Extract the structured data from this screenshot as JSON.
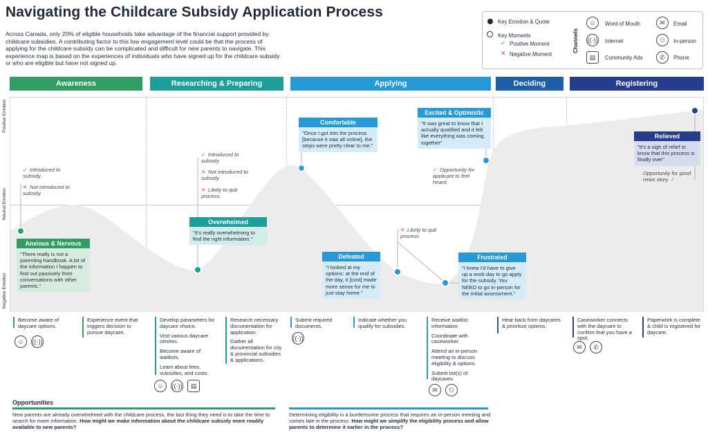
{
  "title": "Navigating the Childcare Subsidy Application Process",
  "intro": "Across Canada, only 20% of eligible households take advantage of the financial support provided by childcare subsidies. A contributing factor to this low engagement level could be that the process of applying for the childcare subsidy can be complicated and difficult for new parents to navigate. This experience map is based on the experiences of individuals who have signed up for the childcare subsidy or who are eligible but have not signed up.",
  "legend": {
    "key_emotion": "Key Emotion & Quote",
    "key_moments": "Key Moments",
    "positive": "Positive Moment",
    "negative": "Negative Moment",
    "channels_label": "Channels",
    "channels": [
      {
        "label": "Word of Mouth",
        "icon": "word-of-mouth-icon"
      },
      {
        "label": "Internet",
        "icon": "internet-icon"
      },
      {
        "label": "Community Ads",
        "icon": "community-ads-icon"
      },
      {
        "label": "Email",
        "icon": "email-icon"
      },
      {
        "label": "In-person",
        "icon": "in-person-icon"
      },
      {
        "label": "Phone",
        "icon": "phone-icon"
      }
    ]
  },
  "colors": {
    "awareness": "#2f9e60",
    "researching": "#1c9f98",
    "applying": "#2699d6",
    "deciding": "#1d5fa6",
    "registering": "#273b8f"
  },
  "phases": [
    {
      "label": "Awareness"
    },
    {
      "label": "Researching & Preparing"
    },
    {
      "label": "Applying"
    },
    {
      "label": "Deciding"
    },
    {
      "label": "Registering"
    }
  ],
  "y_labels": {
    "positive": "Positive Emotion",
    "neutral": "Neutral Emotion",
    "negative": "Negative Emotion"
  },
  "emotions": [
    {
      "head": "Anxious & Nervous",
      "quote": "\"There really is not a parenting handbook. A lot of the information I happen to find out passively from conversations with other parents.\""
    },
    {
      "head": "Overwhelmed",
      "quote": "\"It's really overwhelming to find the right information.\""
    },
    {
      "head": "Comfortable",
      "quote": "\"Once I got into the process [because it was all online], the steps were pretty clear to me.\""
    },
    {
      "head": "Defeated",
      "quote": "\"I looked at my options: at the end of the day, it [cost] made more sense for me to just stay home.\""
    },
    {
      "head": "Excited & Optimistic",
      "quote": "\"It was great to know that I actually qualified and it felt like everything was coming together\""
    },
    {
      "head": "Frustrated",
      "quote": "\"I knew I'd have to give up a work day to go apply for the subsidy. You NEED to go in-person for the initial assessment.\""
    },
    {
      "head": "Relieved",
      "quote": "\"It's a sigh of relief to know that this process is finally over\""
    }
  ],
  "notes": {
    "awareness": [
      {
        "type": "positive",
        "text": "Introduced to subsidy."
      },
      {
        "type": "negative",
        "text": "Not introduced to subsidy."
      }
    ],
    "researching": [
      {
        "type": "positive",
        "text": "Introduced to subsidy."
      },
      {
        "type": "negative",
        "text": "Not introduced to subsidy."
      },
      {
        "type": "negative",
        "text": "Likely to quit process."
      }
    ],
    "applying_quit": {
      "type": "negative",
      "text": "Likely to quit process."
    },
    "applying_opportunity": {
      "type": "positive",
      "text": "Opportunity for applicant to feel heard."
    },
    "registering_opportunity": {
      "type": "positive",
      "text": "Opportunity for good news story."
    }
  },
  "actions": {
    "a1": "Become aware of daycare options.",
    "a2": "Experience event that triggers decision to pursue daycare.",
    "r1": [
      "Develop parameters for daycare choice.",
      "Visit various daycare centres.",
      "Become aware of waitlists.",
      "Learn about fees, subsidies, and costs."
    ],
    "r2": [
      "Research necessary documentation for application.",
      "Gather all documentation for city & provincial subsidies & applications."
    ],
    "p1": "Submit required documents.",
    "p2": "Indicate whether you qualify for subsidies.",
    "p3": [
      "Receive waitlist information.",
      "Coordinate with caseworker.",
      "Attend an in-person meeting to discuss eligibility & options.",
      "Submit list(s) of daycares."
    ],
    "d1": "Hear back from daycares & prioritize options.",
    "g1": "Caseworker connects with the daycare to confirm that you have a spot.",
    "g2": "Paperwork is complete & child is registered for daycare."
  },
  "opportunities": {
    "title": "Opportunities",
    "left_plain": "New parents are already overwhelmed with the childcare process, the last thing they need is to take the time to search for more information.",
    "left_bold": "How might we make information about the childcare subsidy more readily available to new parents?",
    "right_plain": "Determining eligibility is a burdensome process that requires an in-person meeting and comes late in the process.",
    "right_bold": "How might we simplify the eligibility process and allow parents to determine it earlier in the process?"
  }
}
